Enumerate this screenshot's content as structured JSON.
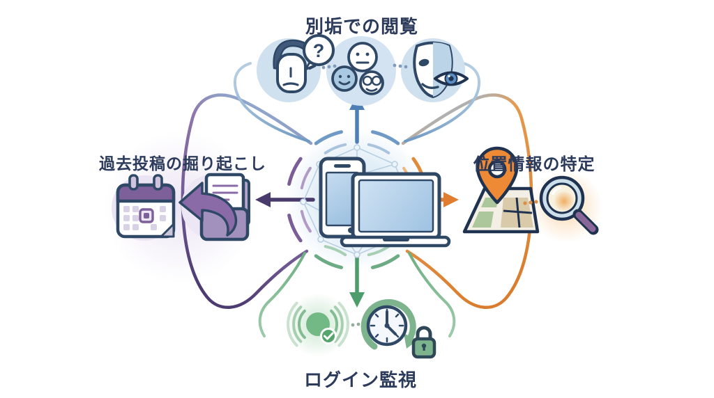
{
  "labels": {
    "top": "別垢での閲覧",
    "right": "位置情報の特定",
    "bottom": "ログイン監視",
    "left": "過去投稿の掘り起こし"
  },
  "glyphs": {
    "question": "?"
  },
  "icons": {
    "top": [
      "person-question-icon",
      "group-faces-icon",
      "mask-eye-icon"
    ],
    "right": [
      "map-pin-icon",
      "magnifying-glass-icon"
    ],
    "bottom": [
      "signal-check-icon",
      "clock-history-lock-icon"
    ],
    "left": [
      "calendar-icon",
      "documents-undo-icon"
    ],
    "center": [
      "smartphone-icon",
      "laptop-icon",
      "network-graph"
    ]
  },
  "colors": {
    "top_accent": "#5d8cc0",
    "right_accent": "#e0873a",
    "bottom_accent": "#6cab83",
    "left_accent": "#7b5e97",
    "left_arrow": "#4a3b6d",
    "text": "#2c3b5b",
    "background": "#fdfdfe"
  }
}
